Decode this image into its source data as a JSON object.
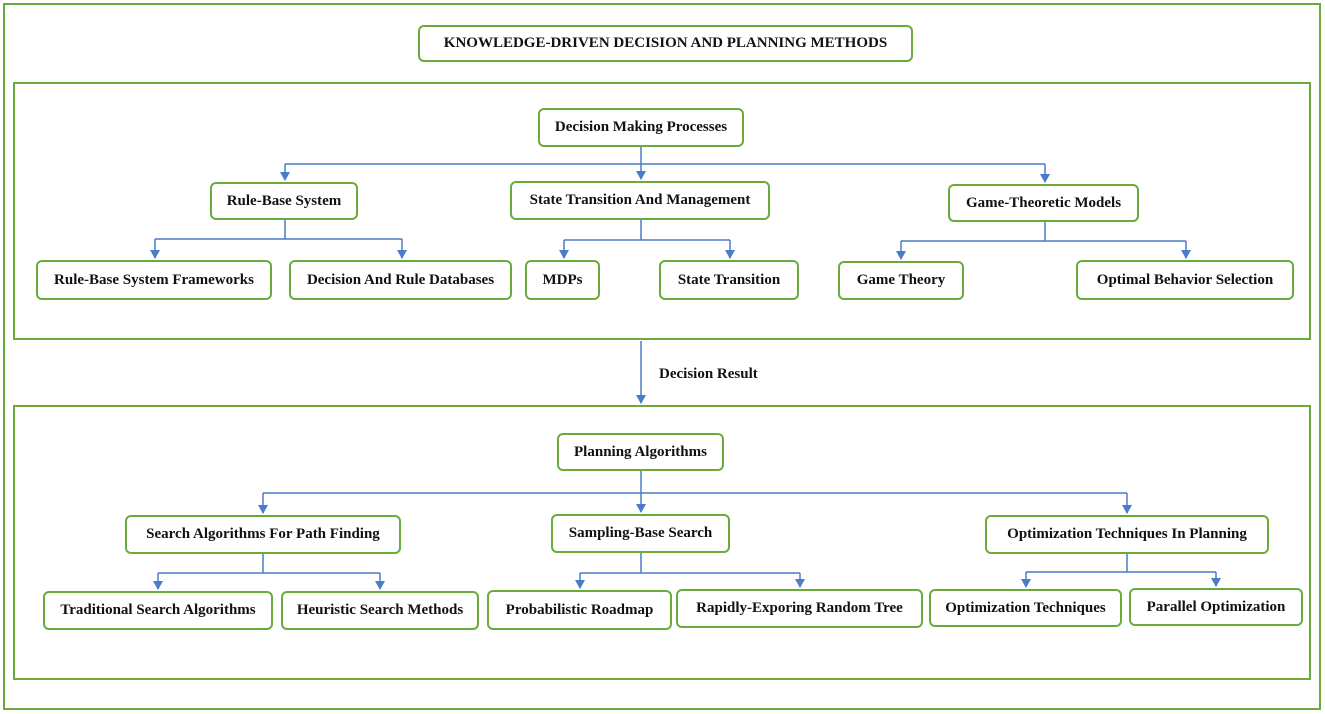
{
  "title": "KNOWLEDGE-DRIVEN DECISION AND PLANNING METHODS",
  "decision": {
    "root": "Decision Making Processes",
    "groups": [
      {
        "label": "Rule-Base System",
        "children": [
          "Rule-Base System Frameworks",
          "Decision And Rule Databases"
        ]
      },
      {
        "label": "State Transition And Management",
        "children": [
          "MDPs",
          "State Transition"
        ]
      },
      {
        "label": "Game-Theoretic Models",
        "children": [
          "Game Theory",
          "Optimal Behavior Selection"
        ]
      }
    ]
  },
  "link_label": "Decision Result",
  "planning": {
    "root": "Planning Algorithms",
    "groups": [
      {
        "label": "Search Algorithms For Path Finding",
        "children": [
          "Traditional Search Algorithms",
          "Heuristic Search Methods"
        ]
      },
      {
        "label": "Sampling-Base Search",
        "children": [
          "Probabilistic Roadmap",
          "Rapidly-Exporing Random Tree"
        ]
      },
      {
        "label": "Optimization Techniques In Planning",
        "children": [
          "Optimization Techniques",
          "Parallel Optimization"
        ]
      }
    ]
  },
  "colors": {
    "border": "#6aab3c",
    "arrow": "#4a7cc7",
    "text": "#111111"
  }
}
